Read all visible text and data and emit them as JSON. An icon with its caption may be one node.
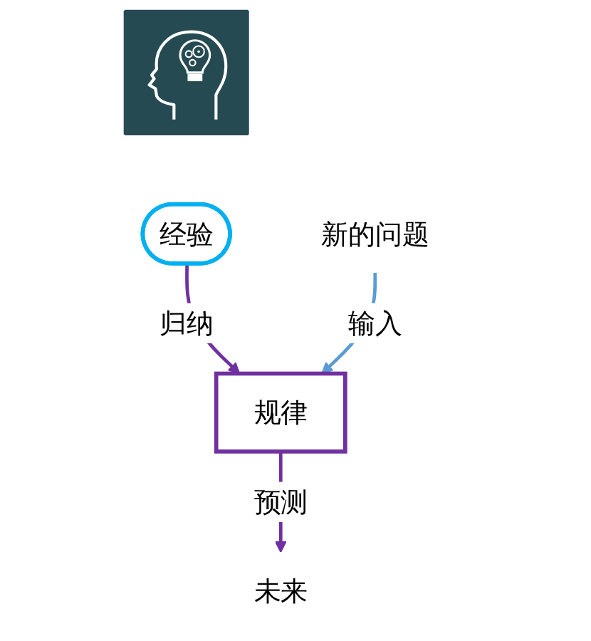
{
  "diagram": {
    "nodes": [
      {
        "text": [],
        "shape": "picture"
      },
      {
        "text": [
          "经验"
        ]
      },
      {
        "text": [
          "新的问题"
        ]
      },
      {
        "text": [
          "规律"
        ]
      },
      {
        "text": [
          "未来"
        ]
      }
    ],
    "edges": [
      {
        "from": 1,
        "to": 3,
        "arrow": "to",
        "label": "归纳"
      },
      {
        "from": 2,
        "to": 3,
        "arrow": "to",
        "label": "输入",
        "color": "#5b9bd5"
      },
      {
        "from": 3,
        "to": 4,
        "arrow": "to",
        "label": "预测"
      }
    ]
  }
}
